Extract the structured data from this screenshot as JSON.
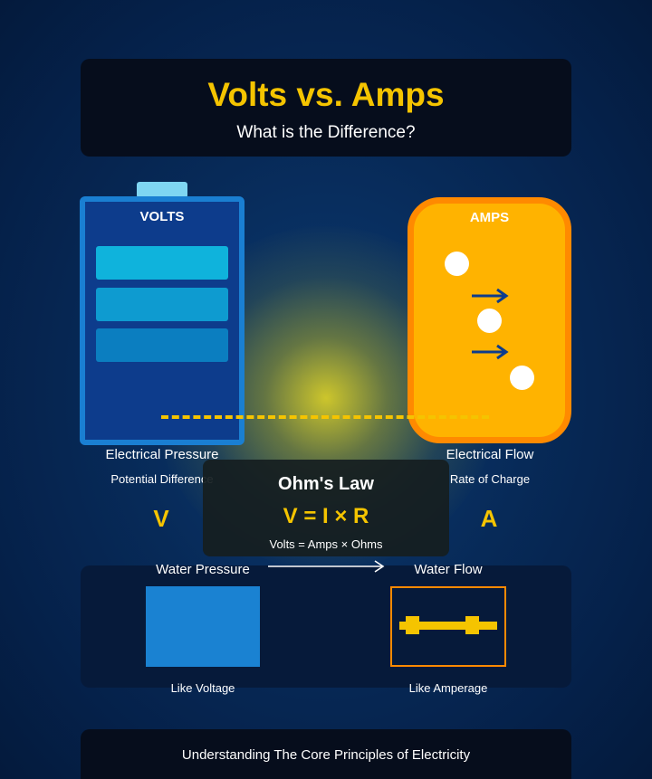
{
  "header": {
    "title": "Volts vs. Amps",
    "subtitle": "What is the Difference?"
  },
  "volts": {
    "label": "VOLTS",
    "desc": "Electrical Pressure",
    "sub": "Potential Difference",
    "symbol": "V",
    "cells": [
      "#0fb3dc",
      "#0e9bd0",
      "#0b7ec0"
    ]
  },
  "amps": {
    "label": "AMPS",
    "desc": "Electrical Flow",
    "sub": "Rate of Charge",
    "symbol": "A"
  },
  "ohms_law": {
    "title": "Ohm's Law",
    "formula": "V = I × R",
    "explanation": "Volts = Amps × Ohms"
  },
  "analogy": {
    "left_label": "Water Pressure",
    "right_label": "Water Flow",
    "left_caption": "Like Voltage",
    "right_caption": "Like Amperage"
  },
  "footer": {
    "text": "Understanding The Core Principles of Electricity"
  },
  "colors": {
    "accent_yellow": "#f5c400",
    "volts_blue": "#1a7fd2",
    "amps_orange": "#ff8a00",
    "amps_fill": "#ffb300"
  }
}
